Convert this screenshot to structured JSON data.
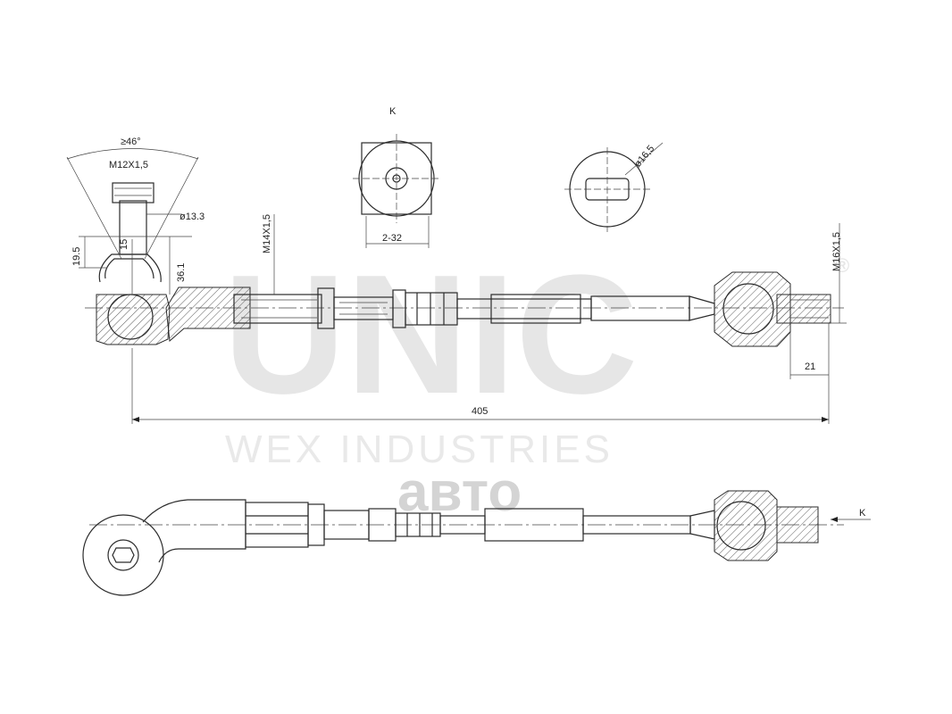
{
  "watermark": {
    "brand": "UNIC",
    "registered": "®",
    "company": "WEX INDUSTRIES",
    "overlay_logo": "авто"
  },
  "labels": {
    "view_marker_top": "K",
    "view_marker_side": "K",
    "angle": "≥46°",
    "ball_stud_thread": "M12X1,5",
    "stud_diameter": "ø13.3",
    "height_19_5": "19.5",
    "height_15": "15",
    "height_36_1": "36.1",
    "tie_rod_thread": "M14X1,5",
    "wrench_flats": "2-32",
    "boot_diameter": "ø16,5",
    "inner_thread": "M16X1,5",
    "inner_length": "21",
    "overall_length": "405"
  },
  "colors": {
    "line": "#2b2b2b",
    "watermark": "#e6e6e6"
  }
}
